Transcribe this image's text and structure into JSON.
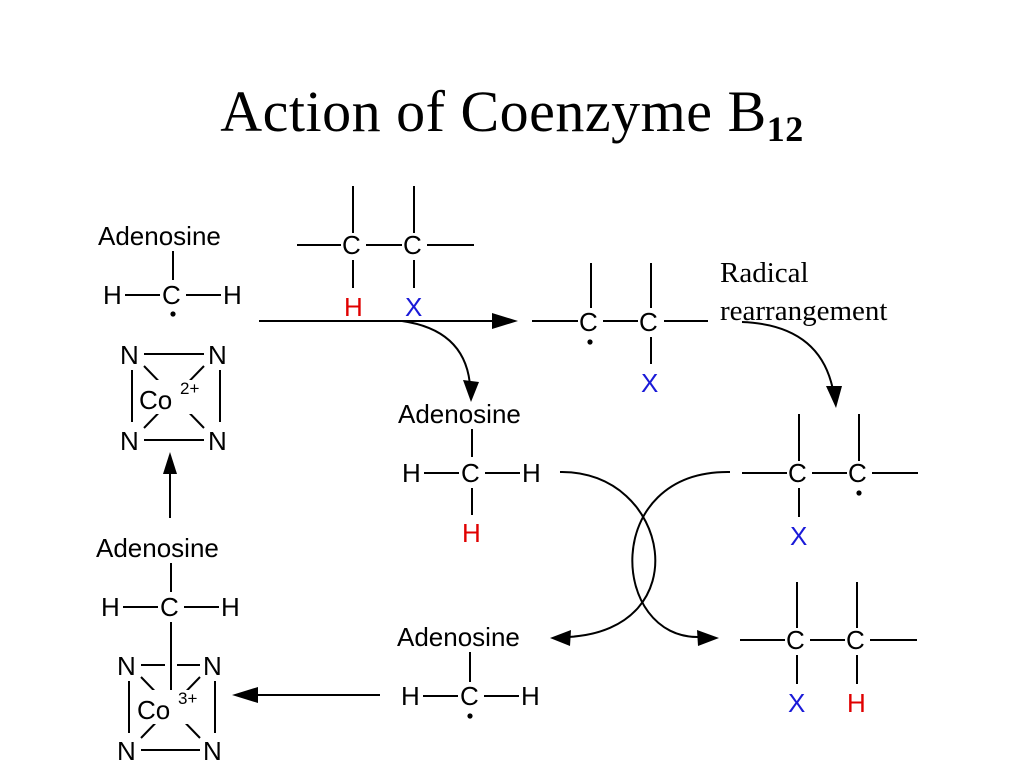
{
  "title": {
    "main": "Action of Coenzyme B",
    "sub": "12"
  },
  "labels": {
    "adenosine": "Adenosine",
    "h": "H",
    "c": "C",
    "x": "X",
    "n": "N",
    "co": "Co",
    "co2_charge": "2+",
    "co3_charge": "3+",
    "radical_line1": "Radical",
    "radical_line2": "rearrangement"
  },
  "colors": {
    "hydrogen_highlight": "#e00000",
    "x_substituent": "#1a1ad8"
  }
}
